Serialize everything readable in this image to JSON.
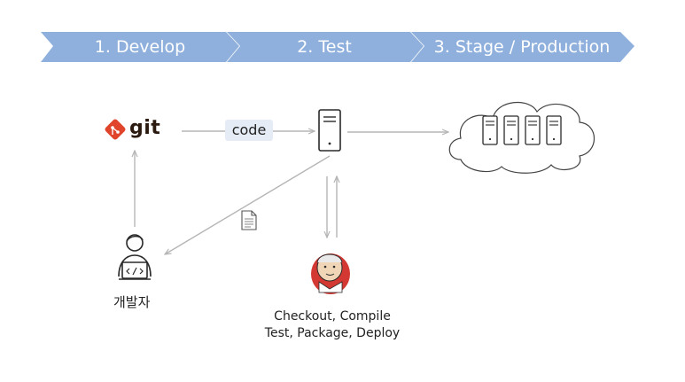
{
  "pipeline": {
    "stages": [
      {
        "label": "1. Develop"
      },
      {
        "label": "2. Test"
      },
      {
        "label": "3. Stage / Production"
      }
    ],
    "chevron_color": "#8fb0dd"
  },
  "nodes": {
    "git_label": "git",
    "git_color": "#e0452c",
    "code_label": "code",
    "developer_label": "개발자",
    "jenkins_label_line1": "Checkout, Compile",
    "jenkins_label_line2": "Test, Package, Deploy"
  }
}
